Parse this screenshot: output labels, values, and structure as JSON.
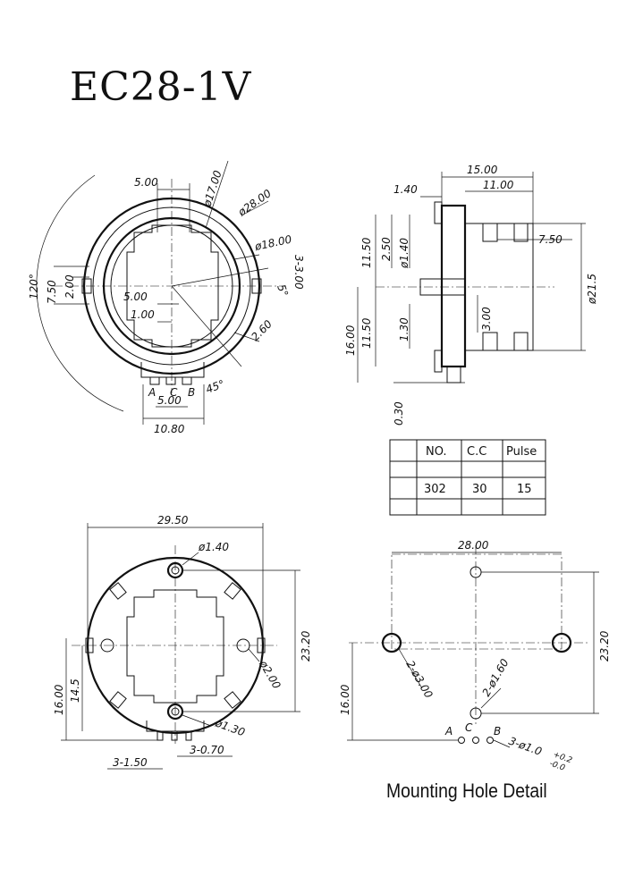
{
  "title": "EC28-1V",
  "subtitle": "Mounting Hole Detail",
  "colors": {
    "line": "#111111",
    "background": "#ffffff"
  },
  "front_view": {
    "dims": {
      "d1": "5.00",
      "d2": "ø17.00",
      "d3": "ø28.00",
      "d4": "ø18.00",
      "d5": "3-3.00",
      "d6": "5°",
      "d7": "2.60",
      "d8": "45°",
      "d9": "120°",
      "d10": "7.50",
      "d11": "2.00",
      "d12": "5.00",
      "d13": "1.00",
      "d14": "5.00",
      "d15": "10.80"
    },
    "pins": [
      "A",
      "C",
      "B"
    ]
  },
  "side_view": {
    "dims": {
      "d1": "15.00",
      "d2": "1.40",
      "d3": "11.00",
      "d4": "11.50",
      "d5": "2.50",
      "d6": "ø1.40",
      "d7": "7.50",
      "d8": "ø21.5",
      "d9": "16.00",
      "d10": "11.50",
      "d11": "1.30",
      "d12": "3.00",
      "d13": "0.30"
    }
  },
  "spec_table": {
    "headers": [
      "NO.",
      "C.C",
      "Pulse"
    ],
    "row": [
      "302",
      "30",
      "15"
    ]
  },
  "bottom_view": {
    "dims": {
      "d1": "29.50",
      "d2": "ø1.40",
      "d3": "23.20",
      "d4": "ø2.00",
      "d5": "ø1.30",
      "d6": "16.00",
      "d7": "14.5",
      "d8": "3-1.50",
      "d9": "3-0.70"
    }
  },
  "mounting_detail": {
    "dims": {
      "d1": "28.00",
      "d2": "23.20",
      "d3": "2-ø1.60",
      "d4": "2-ø3.00",
      "d5": "16.00",
      "d6": "3-ø1.0",
      "d7": "+0.2",
      "d8": "-0.0"
    },
    "pins": [
      "A",
      "C",
      "B"
    ]
  }
}
